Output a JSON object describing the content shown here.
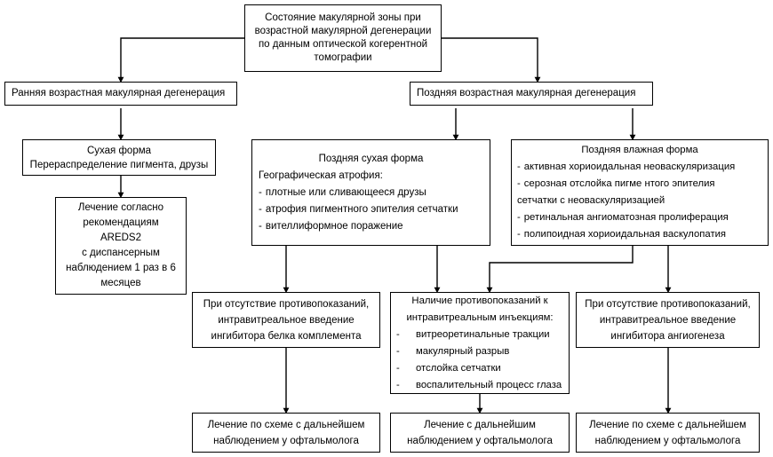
{
  "diagram": {
    "title_note": "Блок-схема состояния макулярной зоны при ВМД по данным ОКТ",
    "stroke_color": "#000000",
    "background_color": "#ffffff"
  },
  "nodes": {
    "root": {
      "lines": [
        "Состояние макулярной зоны при",
        "возрастной макулярной дегенерации",
        "по данным оптической когерентной",
        "томографии"
      ]
    },
    "early_amd": {
      "label": "Ранняя возрастная макулярная дегенерация"
    },
    "late_amd": {
      "label": "Поздняя возрастная макулярная дегенерация"
    },
    "dry_form": {
      "lines": [
        "Сухая форма",
        "Перераспределение пигмента, друзы"
      ]
    },
    "areds": {
      "lines": [
        "Лечение согласно",
        "рекомендациям",
        "AREDS2",
        "с диспансерным",
        "наблюдением 1 раз в 6",
        "месяцев"
      ]
    },
    "late_dry": {
      "title": "Поздняя сухая форма",
      "subtitle": "Географическая атрофия:",
      "items": [
        "плотные или сливающееся друзы",
        "атрофия пигментного эпителия сетчатки",
        "вителлиформное поражение"
      ],
      "bullet": "-"
    },
    "late_wet": {
      "title": "Поздняя влажная форма",
      "items": [
        "активная хориоидальная  неоваскуляризация",
        "серозная отслойка пигме нтого эпителия",
        "ретинальная ангиоматозная пролиферация",
        "полипоидная хориоидальная васкулопатия"
      ],
      "item2_continuation": "сетчатки с неоваскуляризацией",
      "bullet": "-"
    },
    "no_contra_left": {
      "lines": [
        "При отсутствие противопоказаний,",
        "интравитреальное введение",
        "ингибитора белка комплемента"
      ]
    },
    "contra": {
      "title_lines": [
        "Наличие противопоказаний к",
        "интравитреальным инъекциям:"
      ],
      "items": [
        "витреоретинальные тракции",
        "макулярный разрыв",
        "отслойка сетчатки",
        "воспалительный процесс глаза"
      ],
      "bullet": "-"
    },
    "no_contra_right": {
      "lines": [
        "При отсутствие противопоказаний,",
        "интравитреальное введение",
        "ингибитора ангиогенеза"
      ]
    },
    "outcome_left": {
      "lines": [
        "Лечение по схеме с дальнейшем",
        "наблюдением у офтальмолога"
      ]
    },
    "outcome_mid": {
      "lines": [
        "Лечение с дальнейшим",
        "наблюдением у офтальмолога"
      ]
    },
    "outcome_right": {
      "lines": [
        "Лечение по схеме с дальнейшем",
        "наблюдением у офтальмолога"
      ]
    }
  }
}
